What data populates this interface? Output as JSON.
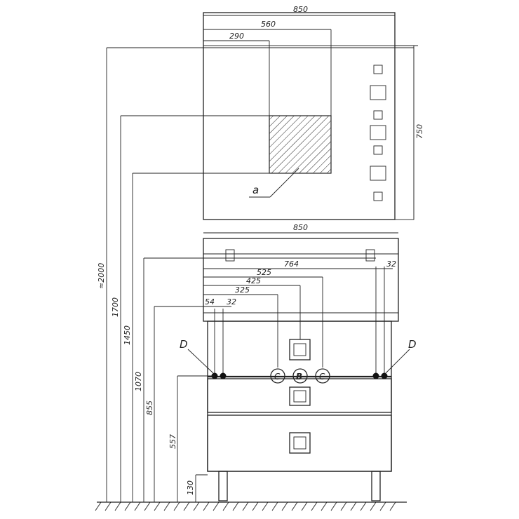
{
  "mirror": {
    "width_label": "850",
    "dim_560": "560",
    "dim_290": "290",
    "height_label": "750",
    "hatch_label": "a"
  },
  "cabinet": {
    "top_width_label": "850",
    "dim_764": "764",
    "dim_32_right": "32",
    "dim_525": "525",
    "dim_425": "425",
    "dim_325": "325",
    "dim_54": "54",
    "dim_32_left": "32",
    "label_d_left": "D",
    "label_d_right": "D",
    "marker_c_left": "C",
    "marker_b": "B",
    "marker_c_right": "C"
  },
  "heights": {
    "h_2000": "≈2000",
    "h_1700": "1700",
    "h_1450": "1450",
    "h_1070": "1070",
    "h_855": "855",
    "h_557": "557",
    "h_130": "130"
  }
}
